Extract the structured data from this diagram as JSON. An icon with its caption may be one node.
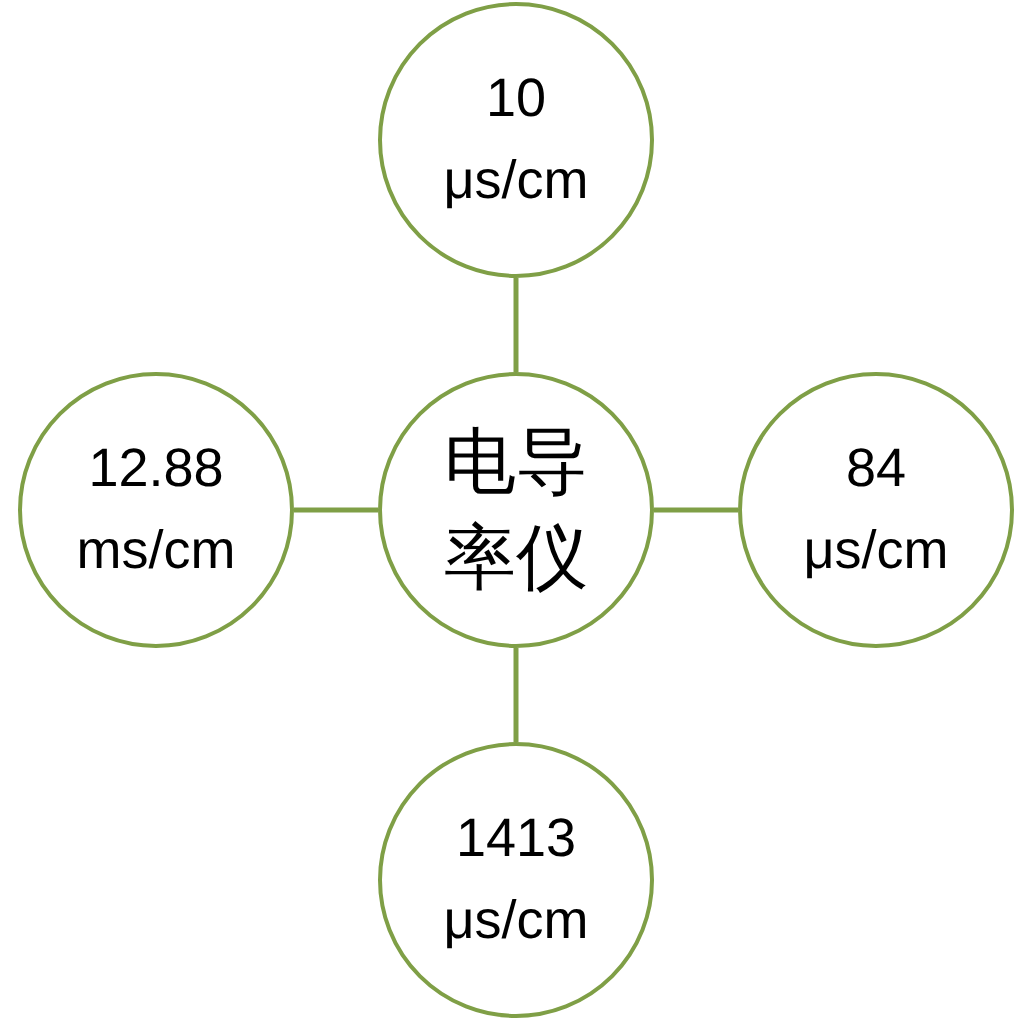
{
  "diagram": {
    "nodes": [
      {
        "text": [
          "10 μs/cm"
        ]
      },
      {
        "text": [
          "12.88 ms/cm"
        ]
      },
      {
        "text": [
          "电导率仪"
        ]
      },
      {
        "text": [
          "84 μs/cm"
        ]
      },
      {
        "text": [
          "1413 μs/cm"
        ]
      }
    ],
    "edges": [
      {
        "from": 2,
        "to": 0,
        "arrow": "none"
      },
      {
        "from": 2,
        "to": 1,
        "arrow": "none"
      },
      {
        "from": 2,
        "to": 3,
        "arrow": "none"
      },
      {
        "from": 2,
        "to": 4,
        "arrow": "none"
      }
    ]
  }
}
